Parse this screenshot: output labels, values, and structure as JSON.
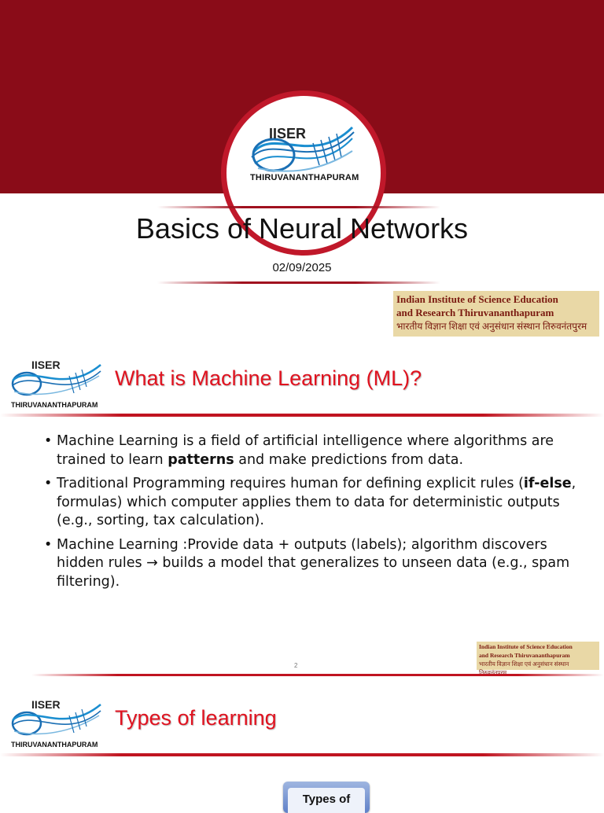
{
  "slide1": {
    "logo": {
      "name": "IISER",
      "city": "THIRUVANANTHAPURAM"
    },
    "title": "Basics of Neural Networks",
    "date": "02/09/2025",
    "institute": {
      "line1": "Indian Institute of Science Education",
      "line2": "and Research Thiruvananthapuram",
      "line3": "भारतीय विज्ञान शिक्षा एवं अनुसंधान संस्थान तिरुवनंतपुरम"
    },
    "colors": {
      "band": "#8a0c18",
      "accent": "#c0182a"
    }
  },
  "slide2": {
    "logo": {
      "name": "IISER",
      "city": "THIRUVANANTHAPURAM"
    },
    "heading": "What is Machine Learning (ML)?",
    "bullets": [
      {
        "pre": "Machine Learning is a field of artificial intelligence where algorithms are trained to learn ",
        "bold": "patterns",
        "post": " and make predictions from data."
      },
      {
        "pre": "Traditional Programming requires human  for defining explicit rules (",
        "bold": "if-else",
        "post": ", formulas) which computer applies them to data for deterministic outputs (e.g., sorting, tax calculation)."
      },
      {
        "pre": "Machine Learning :Provide data + outputs (labels); algorithm discovers hidden rules → builds a model that generalizes to unseen data (e.g., spam filtering).",
        "bold": "",
        "post": ""
      }
    ],
    "page_number": "2",
    "institute": {
      "line1": "Indian Institute of Science Education",
      "line2": "and Research Thiruvananthapuram",
      "line3": "भारतीय विज्ञान शिक्षा एवं अनुसंधान संस्थान तिरुवनंतपुरम"
    },
    "colors": {
      "heading": "#e0121f"
    }
  },
  "slide3": {
    "logo": {
      "name": "IISER",
      "city": "THIRUVANANTHAPURAM"
    },
    "heading": "Types of learning",
    "box_label": "Types of"
  }
}
